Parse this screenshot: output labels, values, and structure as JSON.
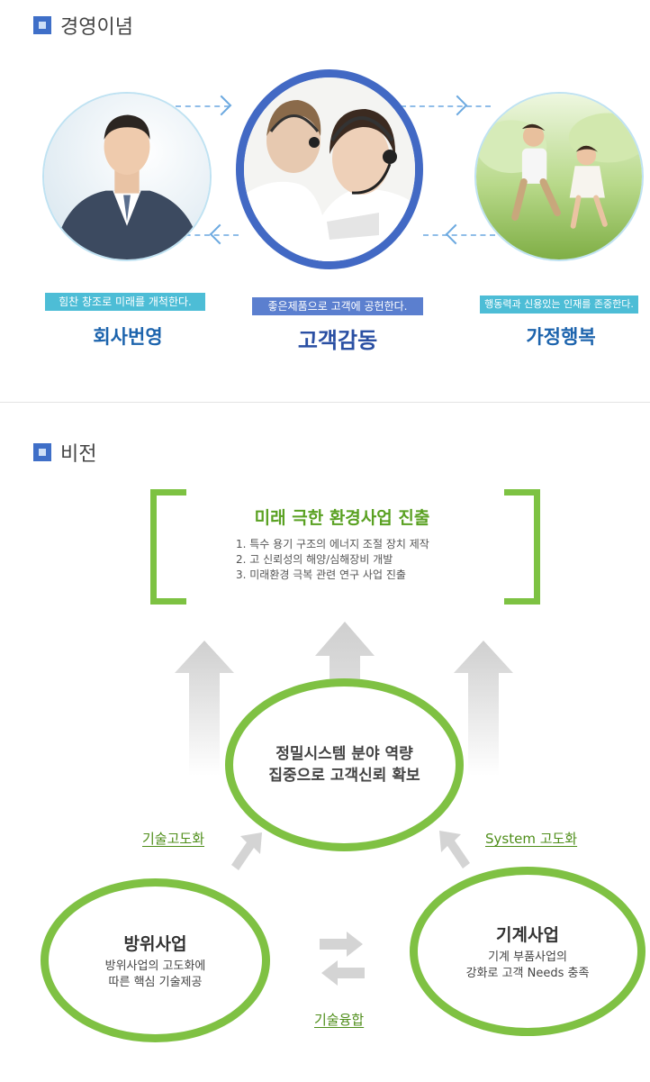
{
  "section1": {
    "title": "경영이념",
    "items": [
      {
        "tag": "힘찬 창조로 미래를 개척한다.",
        "name": "회사번영"
      },
      {
        "tag": "좋은제품으로 고객에 공헌한다.",
        "name": "고객감동"
      },
      {
        "tag": "행동력과 신용있는 인재를 존중한다.",
        "name": "가정행복"
      }
    ]
  },
  "section2": {
    "title": "비전",
    "vision": {
      "title": "미래 극한 환경사업 진출",
      "list": [
        "1. 특수 용기 구조의 에너지 조절 장치 제작",
        "2. 고 신뢰성의 해양/심해장비 개발",
        "3. 미래환경 극복 관련 연구 사업 진출"
      ]
    },
    "center": {
      "line1": "정밀시스템 분야 역량",
      "line2": "집중으로 고객신뢰 확보"
    },
    "left": {
      "head": "방위사업",
      "line1": "방위사업의 고도화에",
      "line2": "따른 핵심 기술제공"
    },
    "right": {
      "head": "기계사업",
      "line1": "기계 부품사업의",
      "line2": "강화로 고객 Needs 충족"
    },
    "labels": {
      "left": "기술고도화",
      "right": "System 고도화",
      "bottom": "기술융합"
    }
  },
  "colors": {
    "accent_blue": "#3f6fc8",
    "green": "#7fc143",
    "tag_cyan": "#4dbdd6",
    "tag_blue": "#5b7fcf",
    "name_blue": "#1d64ad"
  }
}
